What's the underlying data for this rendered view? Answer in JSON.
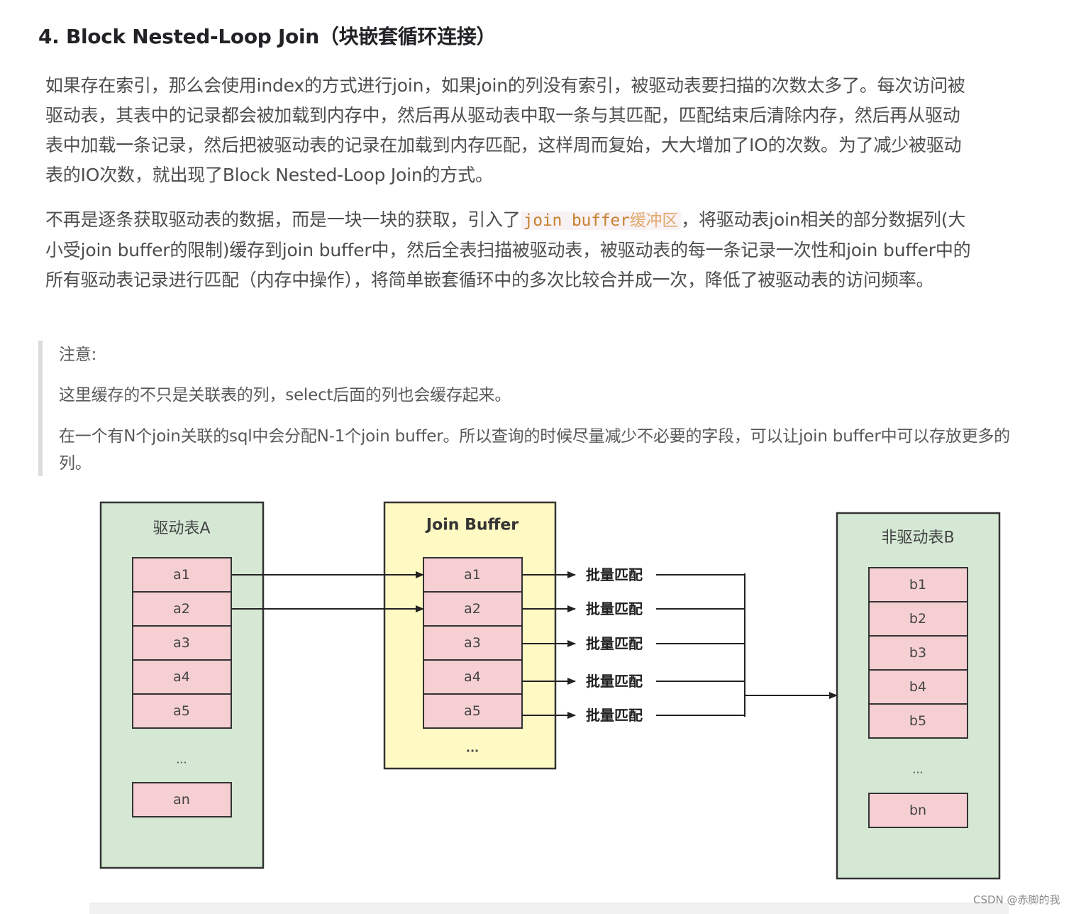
{
  "heading": "4. Block Nested-Loop Join（块嵌套循环连接）",
  "para1": "如果存在索引，那么会使用index的方式进行join，如果join的列没有索引，被驱动表要扫描的次数太多了。每次访问被驱动表，其表中的记录都会被加载到内存中，然后再从驱动表中取一条与其匹配，匹配结束后清除内存，然后再从驱动表中加载一条记录，然后把被驱动表的记录在加载到内存匹配，这样周而复始，大大增加了IO的次数。为了减少被驱动表的IO次数，就出现了Block Nested-Loop Join的方式。",
  "para2": {
    "before": "不再是逐条获取驱动表的数据，而是一块一块的获取，引入了",
    "code": "join buffer",
    "code_cn": "缓冲区",
    "after": "，将驱动表join相关的部分数据列(大小受join buffer的限制)缓存到join buffer中，然后全表扫描被驱动表，被驱动表的每一条记录一次性和join buffer中的所有驱动表记录进行匹配（内存中操作），将简单嵌套循环中的多次比较合并成一次，降低了被驱动表的访问频率。"
  },
  "note": {
    "title": "注意:",
    "line1": "这里缓存的不只是关联表的列，select后面的列也会缓存起来。",
    "line2": "在一个有N个join关联的sql中会分配N-1个join buffer。所以查询的时候尽量减少不必要的字段，可以让join buffer中可以存放更多的列。"
  },
  "diagram": {
    "table_a": {
      "title": "驱动表A",
      "rows": [
        "a1",
        "a2",
        "a3",
        "a4",
        "a5"
      ],
      "ellipsis": "...",
      "last": "an"
    },
    "buffer": {
      "title": "Join Buffer",
      "rows": [
        "a1",
        "a2",
        "a3",
        "a4",
        "a5"
      ],
      "ellipsis": "..."
    },
    "table_b": {
      "title": "非驱动表B",
      "rows": [
        "b1",
        "b2",
        "b3",
        "b4",
        "b5"
      ],
      "ellipsis": "...",
      "last": "bn"
    },
    "match_labels": [
      "批量匹配",
      "批量匹配",
      "批量匹配",
      "批量匹配",
      "批量匹配"
    ],
    "colors": {
      "green_box": "#d5e8d4",
      "yellow_box": "#fff9c4",
      "pink_cell": "#f5cfd2",
      "stroke": "#333333"
    }
  },
  "watermark": "CSDN @赤脚的我"
}
